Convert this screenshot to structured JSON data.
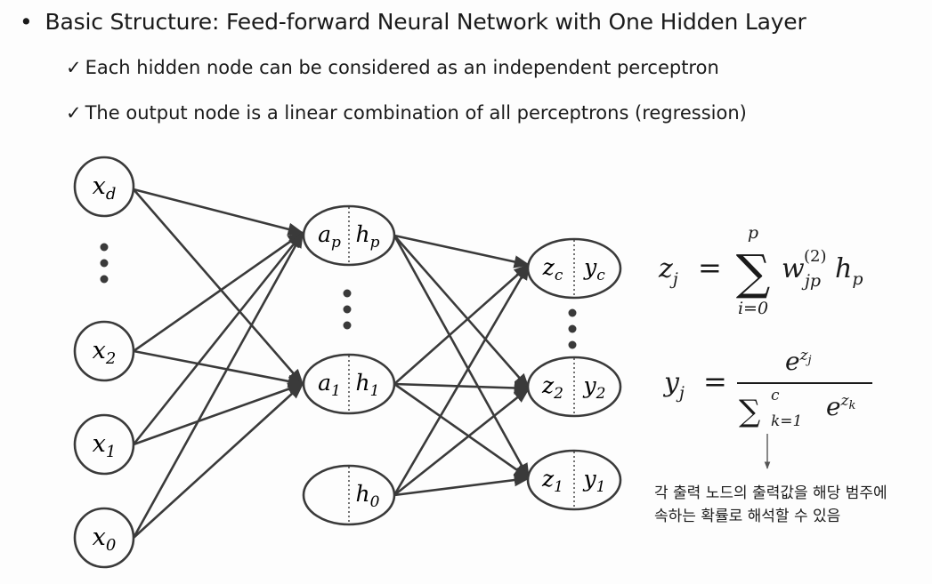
{
  "heading": {
    "bullet": "•",
    "text": "Basic Structure: Feed-forward Neural Network with One Hidden Layer"
  },
  "points": [
    {
      "check": "✓",
      "text": "Each hidden node can be considered as an independent perceptron"
    },
    {
      "check": "✓",
      "text": "The output node is a linear combination of all perceptrons (regression)"
    }
  ],
  "input_nodes": [
    {
      "sym": "x",
      "sub": "d"
    },
    {
      "sym": "x",
      "sub": "2"
    },
    {
      "sym": "x",
      "sub": "1"
    },
    {
      "sym": "x",
      "sub": "0"
    }
  ],
  "hidden_nodes": [
    {
      "a_sym": "a",
      "a_sub": "p",
      "h_sym": "h",
      "h_sub": "p"
    },
    {
      "a_sym": "a",
      "a_sub": "1",
      "h_sym": "h",
      "h_sub": "1"
    },
    {
      "a_sym": "",
      "a_sub": "",
      "h_sym": "h",
      "h_sub": "0"
    }
  ],
  "output_nodes": [
    {
      "z_sym": "z",
      "z_sub": "c",
      "y_sym": "y",
      "y_sub": "c"
    },
    {
      "z_sym": "z",
      "z_sub": "2",
      "y_sym": "y",
      "y_sub": "2"
    },
    {
      "z_sym": "z",
      "z_sub": "1",
      "y_sym": "y",
      "y_sub": "1"
    }
  ],
  "equation1": {
    "lhs": "z",
    "lhs_sub": "j",
    "equals": "=",
    "sum": "∑",
    "upper": "p",
    "lower": "i=0",
    "w": "w",
    "w_sup": "(2)",
    "w_sub": "jp",
    "h": "h",
    "h_sub": "p"
  },
  "equation2": {
    "lhs": "y",
    "lhs_sub": "j",
    "equals": "=",
    "num": "e",
    "num_sup": "z",
    "num_sup_sub": "j",
    "den_sum": "∑",
    "den_sub": "k=1",
    "den_sup": "c",
    "den_e": "e",
    "den_e_sup": "z",
    "den_e_sup_sub": "k"
  },
  "note": {
    "line1": "각 출력 노드의 출력값을 해당 범주에",
    "line2": "속하는 확률로 해석할 수 있음"
  },
  "colors": {
    "stroke": "#3a3a3a",
    "text": "#1a1a1a",
    "arrow": "#555555"
  }
}
